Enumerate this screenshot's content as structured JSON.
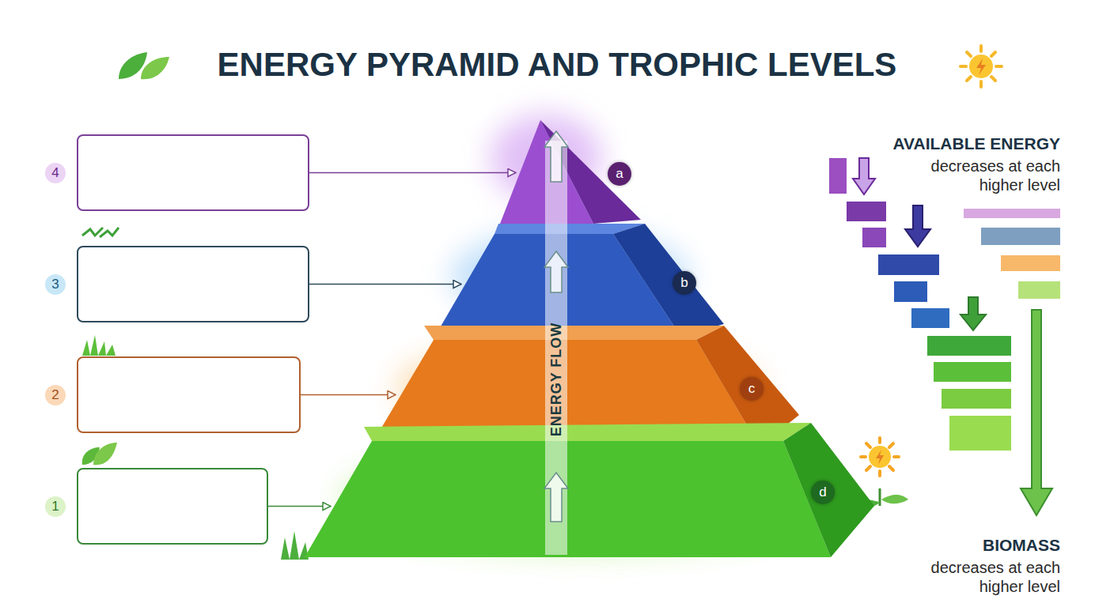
{
  "diagram": {
    "title": "ENERGY PYRAMID AND TROPHIC LEVELS",
    "nodes": [
      {
        "text": [
          "4"
        ]
      },
      {
        "text": [
          "3"
        ]
      },
      {
        "text": [
          "2"
        ]
      },
      {
        "text": [
          "1"
        ]
      },
      {
        "text": [
          "a"
        ]
      },
      {
        "text": [
          "b"
        ]
      },
      {
        "text": [
          "c"
        ]
      },
      {
        "text": [
          "d"
        ]
      }
    ],
    "edges": [
      {
        "from": 0,
        "to": 4,
        "arrow": "to"
      },
      {
        "from": 1,
        "to": 5,
        "arrow": "to"
      },
      {
        "from": 2,
        "to": 6,
        "arrow": "to"
      },
      {
        "from": 3,
        "to": 7,
        "arrow": "to"
      }
    ],
    "labels": [
      "ENERGY FLOW",
      "AVAILABLE ENERGY",
      "decreases at each higher level",
      "BIOMASS",
      "decreases at each higher level"
    ]
  }
}
